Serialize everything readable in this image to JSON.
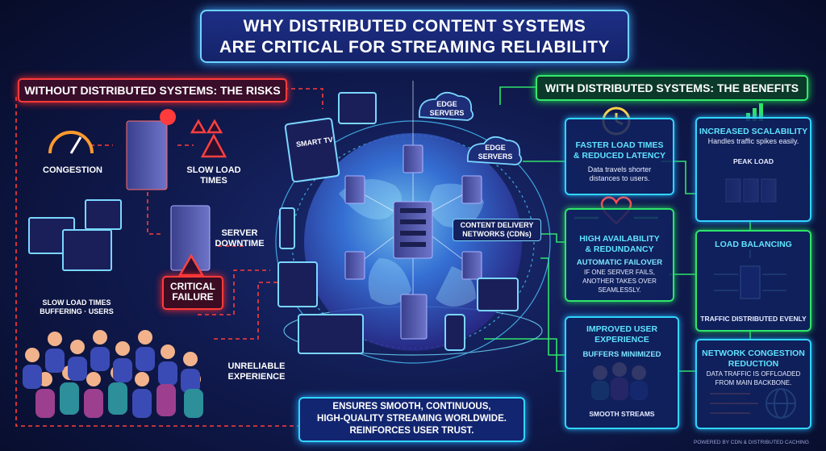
{
  "title": {
    "line1": "WHY DISTRIBUTED CONTENT SYSTEMS",
    "line2": "ARE CRITICAL FOR STREAMING RELIABILITY"
  },
  "risks": {
    "header": "WITHOUT DISTRIBUTED SYSTEMS: THE RISKS",
    "congestion": "CONGESTION",
    "slow_load_line1": "SLOW LOAD",
    "slow_load_line2": "TIMES",
    "server_downtime_line1": "SERVER",
    "server_downtime_line2": "DOWNTIME",
    "critical_line1": "CRITICAL",
    "critical_line2": "FAILURE",
    "users_line1": "SLOW LOAD TIMES",
    "users_line2": "BUFFERING · USERS",
    "unreliable_line1": "UNRELIABLE",
    "unreliable_line2": "EXPERIENCE"
  },
  "center": {
    "smart_tv": "SMART TV",
    "edge1_line1": "EDGE",
    "edge1_line2": "SERVERS",
    "edge2_line1": "EDGE",
    "edge2_line2": "SERVERS",
    "cdn_line1": "CONTENT DELIVERY",
    "cdn_line2": "NETWORKS (CDNs)"
  },
  "benefits": {
    "header": "WITH DISTRIBUTED SYSTEMS: THE BENEFITS",
    "faster": {
      "title1": "FASTER LOAD TIMES",
      "title2": "& REDUCED LATENCY",
      "sub1": "Data travels shorter",
      "sub2": "distances to users."
    },
    "scalability": {
      "title": "INCREASED SCALABILITY",
      "sub": "Handles traffic spikes easily.",
      "peak": "PEAK LOAD"
    },
    "availability": {
      "title1": "HIGH AVAILABILITY",
      "title2": "& REDUNDANCY",
      "em": "AUTOMATIC FAILOVER",
      "sub1": "IF ONE SERVER FAILS,",
      "sub2": "ANOTHER TAKES OVER",
      "sub3": "SEAMLESSLY."
    },
    "balancing": {
      "title": "LOAD BALANCING",
      "sub": "TRAFFIC DISTRIBUTED EVENLY"
    },
    "ux": {
      "title1": "IMPROVED USER",
      "title2": "EXPERIENCE",
      "em": "BUFFERS MINIMIZED",
      "sub": "SMOOTH STREAMS"
    },
    "congestion": {
      "title1": "NETWORK CONGESTION",
      "title2": "REDUCTION",
      "sub1": "DATA TRAFFIC IS OFFLOADED",
      "sub2": "FROM MAIN BACKBONE."
    }
  },
  "bottom": {
    "line1": "ENSURES SMOOTH, CONTINUOUS,",
    "line2": "HIGH-QUALITY STREAMING WORLDWIDE.",
    "line3": "REINFORCES USER TRUST."
  },
  "footer": "POWERED BY CDN & DISTRIBUTED CACHING",
  "colors": {
    "risk": "#ff3b3b",
    "benefit": "#2ee46b",
    "accent": "#30d5ff"
  }
}
